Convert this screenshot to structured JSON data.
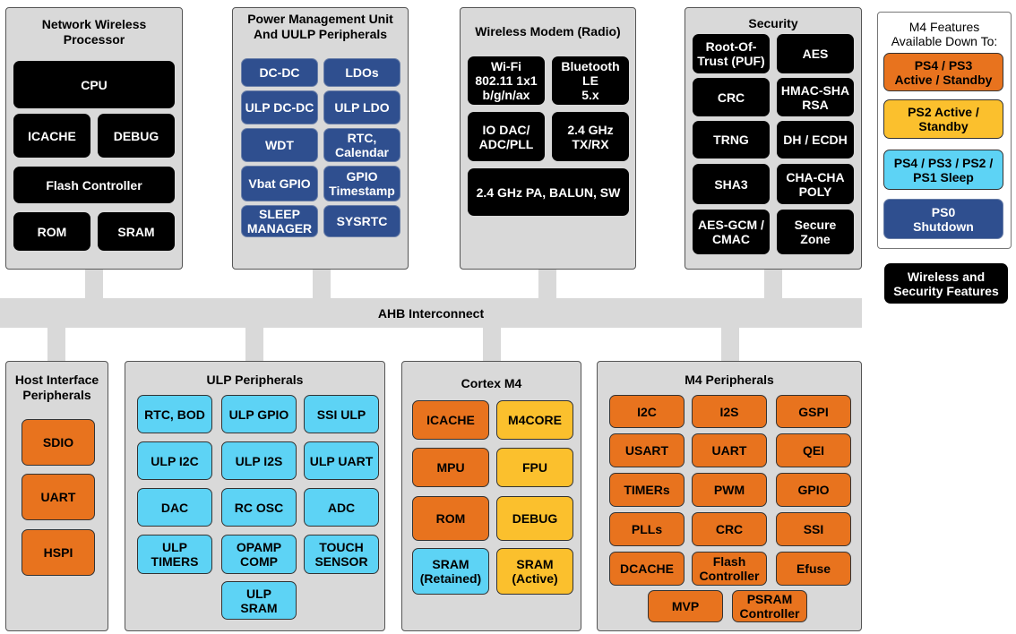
{
  "bus": {
    "label": "AHB Interconnect"
  },
  "panels": {
    "nwp": {
      "title": "Network Wireless\nProcessor",
      "blocks": [
        "CPU",
        "ICACHE",
        "DEBUG",
        "Flash Controller",
        "ROM",
        "SRAM"
      ]
    },
    "pmu": {
      "title": "Power Management Unit\nAnd UULP Peripherals",
      "blocks": [
        "DC-DC",
        "LDOs",
        "ULP DC-DC",
        "ULP LDO",
        "WDT",
        "RTC,\nCalendar",
        "Vbat GPIO",
        "GPIO\nTimestamp",
        "SLEEP\nMANAGER",
        "SYSRTC"
      ]
    },
    "modem": {
      "title": "Wireless Modem (Radio)",
      "blocks": [
        "Wi-Fi\n802.11 1x1\nb/g/n/ax",
        "Bluetooth\nLE\n5.x",
        "IO DAC/\nADC/PLL",
        "2.4 GHz\nTX/RX",
        "2.4 GHz PA, BALUN, SW"
      ]
    },
    "security": {
      "title": "Security",
      "blocks": [
        "Root-Of-\nTrust (PUF)",
        "AES",
        "CRC",
        "HMAC-SHA\nRSA",
        "TRNG",
        "DH / ECDH",
        "SHA3",
        "CHA-CHA\nPOLY",
        "AES-GCM /\nCMAC",
        "Secure\nZone"
      ]
    },
    "host": {
      "title": "Host Interface\nPeripherals",
      "blocks": [
        "SDIO",
        "UART",
        "HSPI"
      ]
    },
    "ulp": {
      "title": "ULP Peripherals",
      "blocks": [
        "RTC, BOD",
        "ULP GPIO",
        "SSI ULP",
        "ULP I2C",
        "ULP I2S",
        "ULP UART",
        "DAC",
        "RC OSC",
        "ADC",
        "ULP\nTIMERS",
        "OPAMP\nCOMP",
        "TOUCH\nSENSOR",
        "ULP\nSRAM"
      ]
    },
    "cortex": {
      "title": "Cortex M4",
      "blocks": [
        "ICACHE",
        "M4CORE",
        "MPU",
        "FPU",
        "ROM",
        "DEBUG",
        "SRAM\n(Retained)",
        "SRAM\n(Active)"
      ]
    },
    "m4p": {
      "title": "M4 Peripherals",
      "blocks": [
        "I2C",
        "I2S",
        "GSPI",
        "USART",
        "UART",
        "QEI",
        "TIMERs",
        "PWM",
        "GPIO",
        "PLLs",
        "CRC",
        "SSI",
        "DCACHE",
        "Flash\nController",
        "Efuse",
        "MVP",
        "PSRAM\nController"
      ]
    }
  },
  "legend": {
    "title": "M4 Features\nAvailable Down To:",
    "items": [
      "PS4 / PS3\nActive / Standby",
      "PS2 Active /\nStandby",
      "PS4 / PS3 / PS2 /\nPS1 Sleep",
      "PS0\nShutdown"
    ],
    "wireless_security": "Wireless and\nSecurity Features"
  },
  "colors": {
    "panel": "#d9d9d9",
    "black_block": "#000000",
    "navy_block": "#2f4f8f",
    "cyan_block": "#5dd3f5",
    "orange_block": "#e8731e",
    "yellow_block": "#fbc02d"
  }
}
